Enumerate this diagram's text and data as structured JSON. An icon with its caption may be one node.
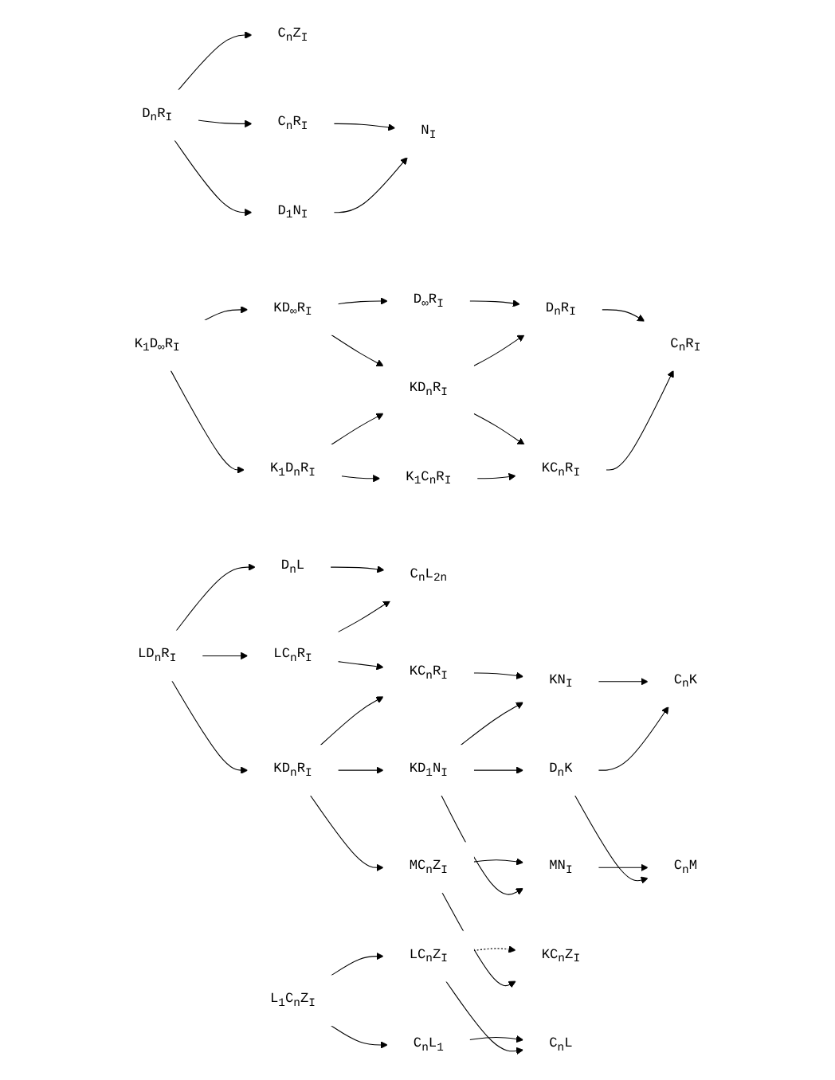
{
  "diagram": {
    "nodes": [
      {
        "text": [
          "C$_{n}$Z$_{I}$"
        ]
      },
      {
        "text": [
          "D$_{n}$R$_{I}$"
        ]
      },
      {
        "text": [
          "C$_{n}$R$_{I}$"
        ]
      },
      {
        "text": [
          "D$_{1}$N$_{I}$"
        ]
      },
      {
        "text": [
          "N$_{I}$"
        ]
      },
      {
        "text": [
          "K$_{1}$D$_{∞}$R$_{I}$"
        ]
      },
      {
        "text": [
          "KD$_{∞}$R$_{I}$"
        ]
      },
      {
        "text": [
          "D$_{∞}$R$_{I}$"
        ]
      },
      {
        "text": [
          "K$_{1}$D$_{n}$R$_{I}$"
        ]
      },
      {
        "text": [
          "KD$_{n}$R$_{I}$"
        ]
      },
      {
        "text": [
          "D$_{n}$R$_{I}$"
        ]
      },
      {
        "text": [
          "K$_{1}$C$_{n}$R$_{I}$"
        ]
      },
      {
        "text": [
          "KC$_{n}$R$_{I}$"
        ]
      },
      {
        "text": [
          "C$_{n}$R$_{I}$"
        ]
      },
      {
        "text": [
          "D$_{n}$L"
        ]
      },
      {
        "text": [
          "C$_{n}$L$_{2n}$"
        ]
      },
      {
        "text": [
          "C$_{n}$L$_{1}$"
        ]
      },
      {
        "text": [
          "L$_{1}$C$_{n}$Z$_{I}$"
        ]
      },
      {
        "text": [
          "LD$_{n}$R$_{I}$"
        ]
      },
      {
        "text": [
          "LC$_{n}$R$_{I}$"
        ]
      },
      {
        "text": [
          "C$_{n}$L"
        ]
      },
      {
        "text": [
          "LC$_{n}$Z$_{I}$"
        ]
      },
      {
        "text": [
          "KC$_{n}$Z$_{I}$"
        ]
      },
      {
        "text": [
          "MC$_{n}$Z$_{I}$"
        ]
      },
      {
        "text": [
          "KD$_{n}$R$_{I}$"
        ]
      },
      {
        "text": [
          "KC$_{n}$R$_{I}$"
        ]
      },
      {
        "text": [
          "MN$_{I}$"
        ]
      },
      {
        "text": [
          "KD$_{1}$N$_{I}$"
        ]
      },
      {
        "text": [
          "KN$_{I}$"
        ]
      },
      {
        "text": [
          "C$_{n}$M"
        ]
      },
      {
        "text": [
          "D$_{n}$K"
        ]
      },
      {
        "text": [
          "C$_{n}$K"
        ]
      }
    ],
    "edges": [
      {
        "from": 1,
        "to": 0,
        "arrow": "to"
      },
      {
        "from": 1,
        "to": 2,
        "arrow": "to"
      },
      {
        "from": 1,
        "to": 3,
        "arrow": "to"
      },
      {
        "from": 2,
        "to": 4,
        "arrow": "to"
      },
      {
        "from": 3,
        "to": 4,
        "arrow": "to"
      },
      {
        "from": 5,
        "to": 6,
        "arrow": "to"
      },
      {
        "from": 6,
        "to": 7,
        "arrow": "to"
      },
      {
        "from": 5,
        "to": 8,
        "arrow": "to"
      },
      {
        "from": 6,
        "to": 9,
        "arrow": "to"
      },
      {
        "from": 7,
        "to": 10,
        "arrow": "to"
      },
      {
        "from": 8,
        "to": 9,
        "arrow": "to"
      },
      {
        "from": 9,
        "to": 10,
        "arrow": "to"
      },
      {
        "from": 8,
        "to": 11,
        "arrow": "to"
      },
      {
        "from": 9,
        "to": 12,
        "arrow": "to"
      },
      {
        "from": 10,
        "to": 13,
        "arrow": "to"
      },
      {
        "from": 11,
        "to": 12,
        "arrow": "to"
      },
      {
        "from": 12,
        "to": 13,
        "arrow": "to"
      },
      {
        "from": 14,
        "to": 15,
        "arrow": "to"
      },
      {
        "from": 18,
        "to": 14,
        "arrow": "to"
      },
      {
        "from": 19,
        "to": 15,
        "arrow": "to"
      },
      {
        "from": 17,
        "to": 16,
        "arrow": "to"
      },
      {
        "from": 18,
        "to": 19,
        "arrow": "to"
      },
      {
        "from": 16,
        "to": 20,
        "arrow": "to"
      },
      {
        "from": 17,
        "to": 21,
        "arrow": "to"
      },
      {
        "from": 18,
        "to": 24,
        "arrow": "to"
      },
      {
        "from": 19,
        "to": 25,
        "arrow": "to"
      },
      {
        "from": 21,
        "to": 20,
        "arrow": "to"
      },
      {
        "from": 21,
        "to": 22,
        "arrow": "to",
        "style": "dashed"
      },
      {
        "from": 23,
        "to": 22,
        "arrow": "to"
      },
      {
        "from": 24,
        "to": 23,
        "arrow": "to"
      },
      {
        "from": 24,
        "to": 25,
        "arrow": "to"
      },
      {
        "from": 23,
        "to": 26,
        "arrow": "to"
      },
      {
        "from": 24,
        "to": 27,
        "arrow": "to"
      },
      {
        "from": 25,
        "to": 28,
        "arrow": "to"
      },
      {
        "from": 27,
        "to": 26,
        "arrow": "to"
      },
      {
        "from": 27,
        "to": 28,
        "arrow": "to"
      },
      {
        "from": 26,
        "to": 29,
        "arrow": "to"
      },
      {
        "from": 27,
        "to": 30,
        "arrow": "to"
      },
      {
        "from": 28,
        "to": 31,
        "arrow": "to"
      },
      {
        "from": 30,
        "to": 29,
        "arrow": "to"
      },
      {
        "from": 30,
        "to": 31,
        "arrow": "to"
      }
    ]
  }
}
